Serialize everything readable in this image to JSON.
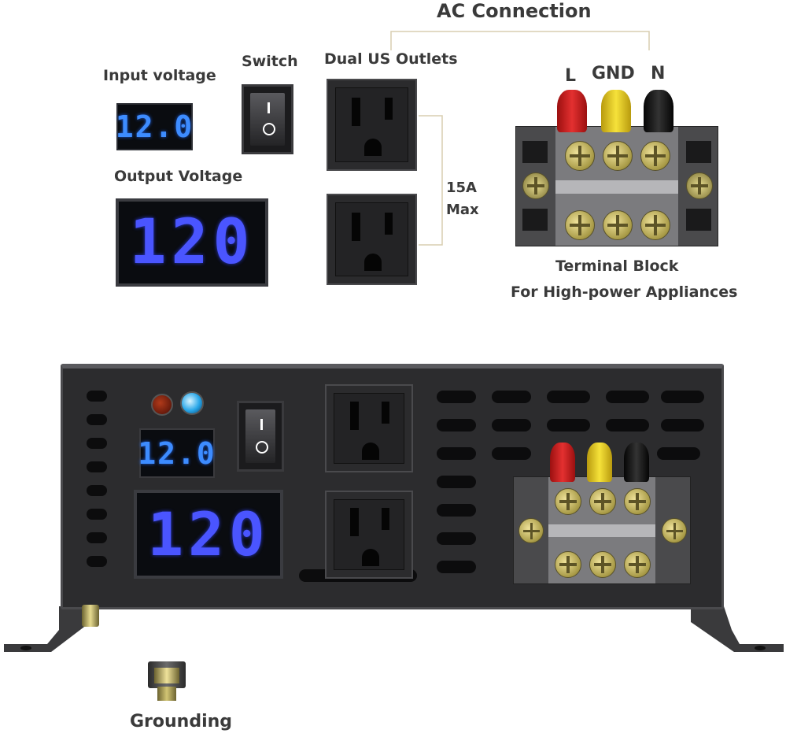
{
  "labels": {
    "ac_connection": "AC Connection",
    "switch": "Switch",
    "dual_us_outlets": "Dual US Outlets",
    "input_voltage": "Input voltage",
    "output_voltage": "Output Voltage",
    "max_current_line1": "15A",
    "max_current_line2": "Max",
    "terminal_l": "L",
    "terminal_gnd": "GND",
    "terminal_n": "N",
    "terminal_block_line1": "Terminal Block",
    "terminal_block_line2": "For High-power Appliances",
    "grounding": "Grounding"
  },
  "displays": {
    "input_value": "12.0",
    "output_value": "120"
  },
  "colors": {
    "display_text": "#3d8cff",
    "display_text_large": "#4a55ff",
    "terminal_red": "#d71f1f",
    "terminal_yellow": "#f0d21b",
    "terminal_black": "#141414",
    "screw_brass": "#d2c574",
    "housing": "#2c2c2e"
  },
  "icons": [
    "rocker-switch-icon",
    "us-outlet-icon",
    "terminal-screw-icon",
    "ground-stud-icon",
    "led-indicator-icon"
  ]
}
